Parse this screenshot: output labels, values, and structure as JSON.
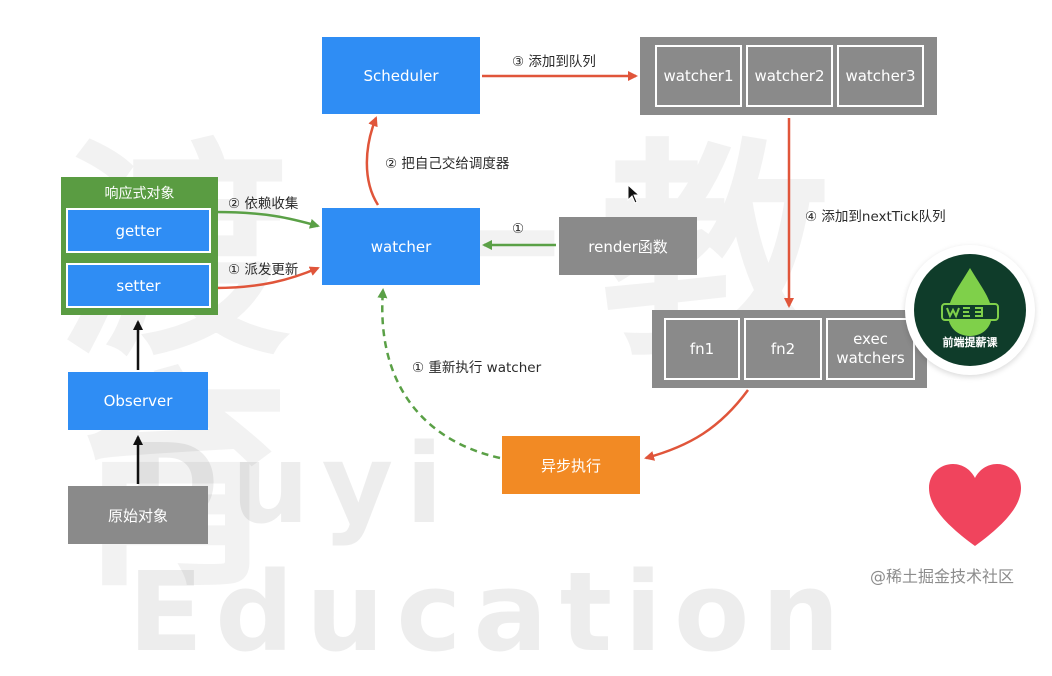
{
  "nodes": {
    "reactive_object": {
      "title": "响应式对象",
      "getter": "getter",
      "setter": "setter"
    },
    "observer": "Observer",
    "raw_object": "原始对象",
    "scheduler": "Scheduler",
    "watcher": "watcher",
    "render_fn": "render函数",
    "async_exec": "异步执行",
    "queue": [
      "watcher1",
      "watcher2",
      "watcher3"
    ],
    "tick_queue": {
      "fn1": "fn1",
      "fn2": "fn2",
      "exec_line1": "exec",
      "exec_line2": "watchers"
    }
  },
  "edges": {
    "collect_deps": "② 依赖收集",
    "dispatch_update": "① 派发更新",
    "give_to_scheduler": "② 把自己交给调度器",
    "add_to_queue": "③ 添加到队列",
    "render_to_watcher": "①",
    "add_to_nexttick": "④ 添加到nextTick队列",
    "rerun_watcher": "① 重新执行 watcher"
  },
  "watermark": {
    "big_text": "渡一教育",
    "en_text": "Duyi Education",
    "credit": "@稀土掘金技术社区"
  },
  "logo": {
    "text": "前端提薪课"
  },
  "colors": {
    "blue": "#2f8df4",
    "gray": "#8a8a8a",
    "orange": "#f28a24",
    "green": "#5a9c42",
    "red_arrow": "#e0553a",
    "green_arrow": "#5aa046",
    "heart": "#f0445d"
  }
}
